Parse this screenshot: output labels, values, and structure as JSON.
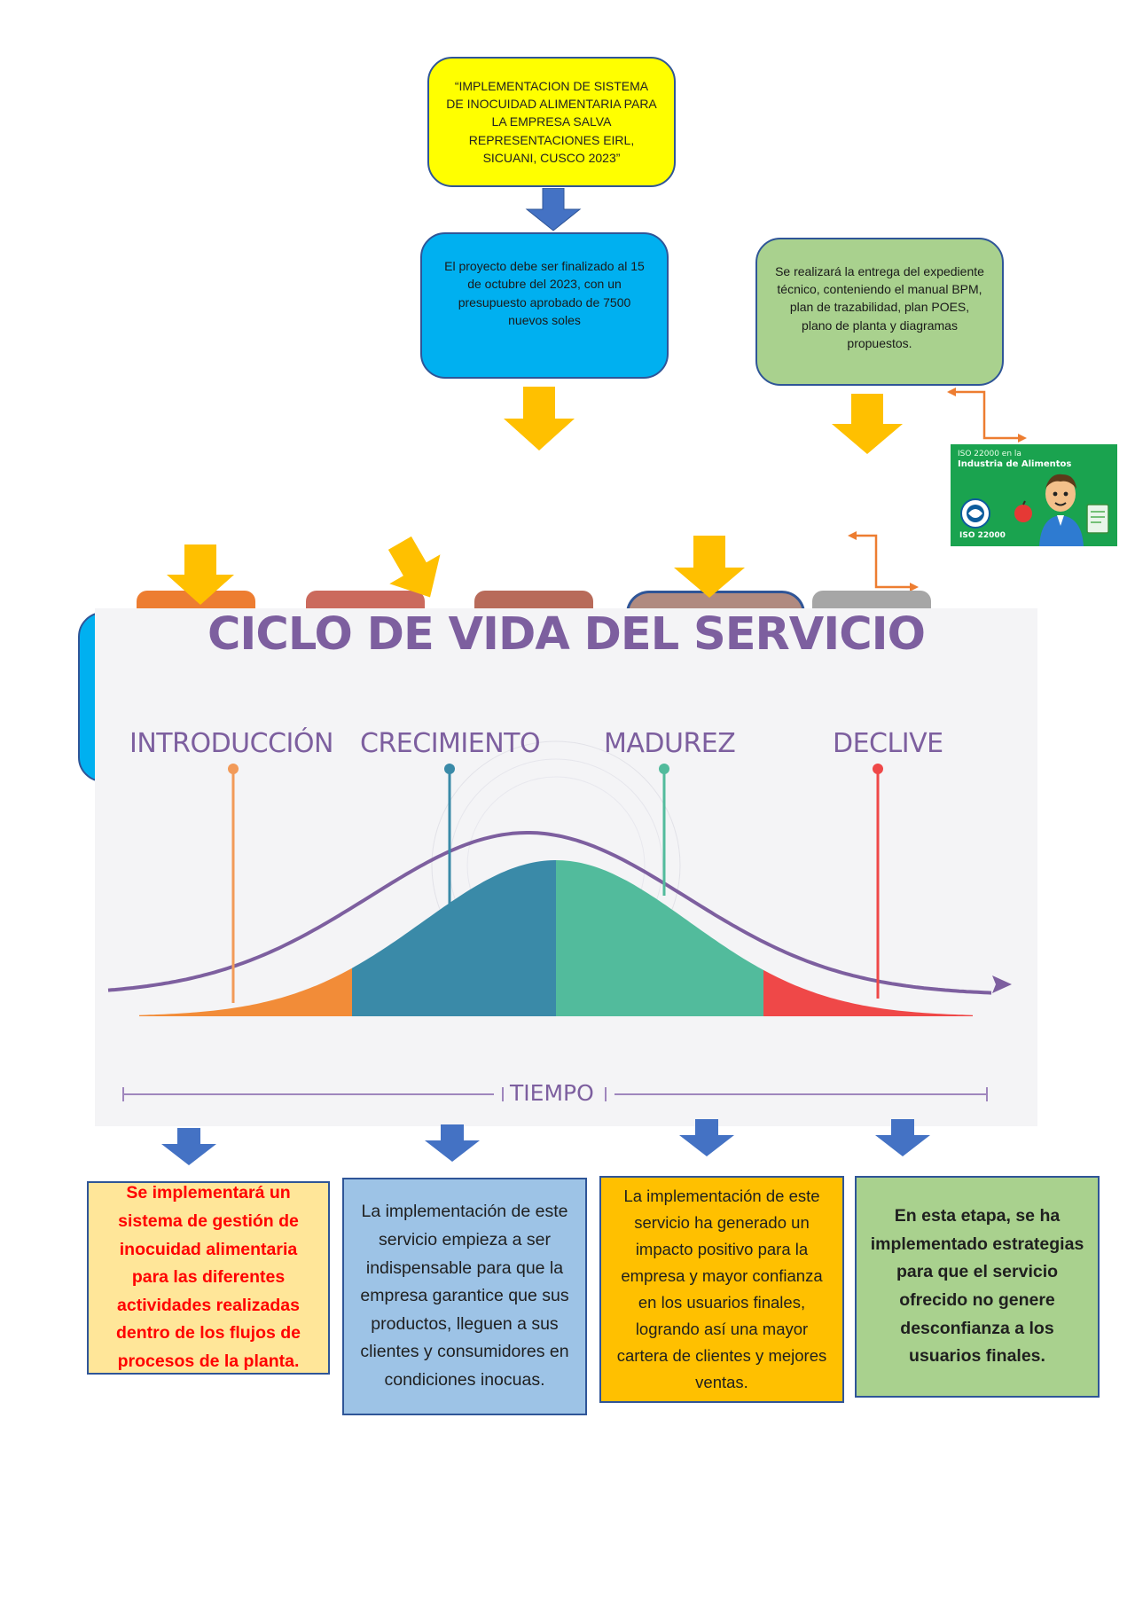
{
  "title_box": {
    "text": "“IMPLEMENTACION DE SISTEMA DE INOCUIDAD ALIMENTARIA PARA LA EMPRESA SALVA REPRESENTACIONES EIRL, SICUANI, CUSCO 2023”"
  },
  "project_box": {
    "text": "El proyecto debe ser finalizado al 15 de octubre del 2023, con un presupuesto aprobado de 7500 nuevos soles"
  },
  "delivery_box": {
    "text": "Se realizará la entrega del expediente técnico, conteniendo el manual BPM, plan de trazabilidad, plan POES, plano de planta y diagramas propuestos."
  },
  "iso_image": {
    "line1": "ISO 22000 en la",
    "line2": "Industria de Alimentos",
    "badge": "ISO 22000"
  },
  "lifecycle": {
    "title": "CICLO DE VIDA DEL SERVICIO",
    "phases": [
      {
        "label": "INTRODUCCIÓN",
        "color": "#f28c38"
      },
      {
        "label": "CRECIMIENTO",
        "color": "#3a8aa8"
      },
      {
        "label": "MADUREZ",
        "color": "#52bb9c"
      },
      {
        "label": "DECLIVE",
        "color": "#ef4848"
      }
    ],
    "axis_label": "TIEMPO"
  },
  "descriptions": [
    {
      "text": "Se implementará un sistema de gestión de inocuidad alimentaria para las diferentes actividades realizadas dentro de los flujos de procesos de la planta.",
      "bg": "#ffe699",
      "color": "#ff0000"
    },
    {
      "text": "La implementación de este servicio empieza a ser indispensable para que la empresa garantice que sus productos, lleguen a sus clientes y consumidores en condiciones inocuas.",
      "bg": "#9dc3e6",
      "color": "#1f1f1f"
    },
    {
      "text": "La implementación de este servicio ha generado un impacto positivo para la empresa y mayor confianza en los usuarios finales, logrando así una mayor cartera de clientes y mejores ventas.",
      "bg": "#ffc000",
      "color": "#1f1f1f"
    },
    {
      "text": "En esta etapa, se ha implementado estrategias para que el servicio ofrecido no genere desconfianza a los usuarios finales.",
      "bg": "#a9d18e",
      "color": "#1f1f1f"
    }
  ],
  "colors": {
    "yellow_box": "#ffff00",
    "blue_box": "#00b0f0",
    "green_box": "#a9d18e",
    "box_border": "#2f5597",
    "down_arrow_blue": "#4472c4",
    "down_arrow_gold": "#ffc000",
    "connector_orange": "#ed7d31",
    "curve_purple": "#7d5f9f"
  }
}
